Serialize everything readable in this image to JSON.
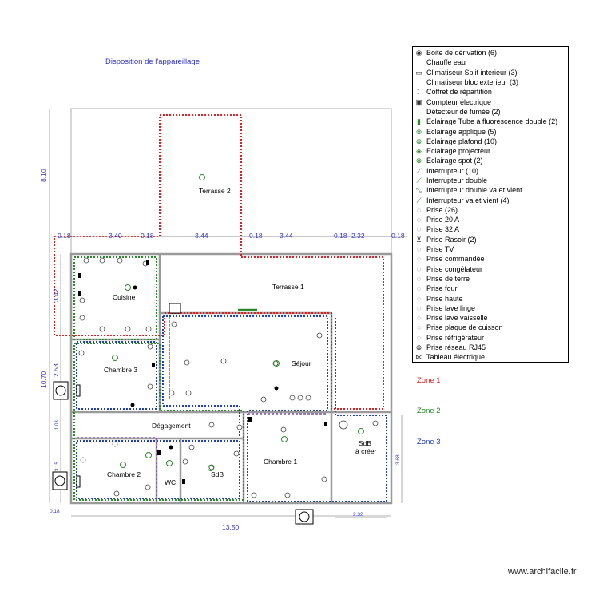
{
  "title": "Disposition de l'appareillage",
  "rooms": {
    "terrasse2": "Terrasse 2",
    "terrasse1": "Terrasse 1",
    "cuisine": "Cuisine",
    "sejour": "Séjour",
    "chambre3": "Chambre 3",
    "degagement": "Dégagement",
    "chambre2": "Chambre 2",
    "wc": "WC",
    "sdb": "SdB",
    "chambre1": "Chambre 1",
    "sdb_creer_1": "SdB",
    "sdb_creer_2": "à créer"
  },
  "dimensions": {
    "top_left_vertical": "8.10",
    "left_total_vertical": "10.70",
    "left_kitchen": "3.42",
    "left_chambre3": "2.53",
    "left_small": "1.03",
    "left_chambre2": "3.15",
    "bottom_corner": "0.18",
    "row_1": "0.18",
    "row_2": "3.40",
    "row_3": "0.18",
    "row_4": "3.44",
    "row_5": "0.18",
    "row_6": "3.44",
    "row_7": "0.18",
    "row_8": "2.32",
    "row_9": "0.18",
    "right_sdb": "3.68",
    "bottom_sdb": "2.32",
    "total_width": "13.50"
  },
  "legend": [
    {
      "icon": "junction-box-icon",
      "label": "Boite de dérivation (6)"
    },
    {
      "icon": "water-heater-icon",
      "label": "Chauffe eau"
    },
    {
      "icon": "split-ac-indoor-icon",
      "label": "Climatiseur Split interieur (3)"
    },
    {
      "icon": "ac-outdoor-icon",
      "label": "Climatiseur bloc exterieur (3)"
    },
    {
      "icon": "distribution-box-icon",
      "label": "Coffret de répartition"
    },
    {
      "icon": "electric-meter-icon",
      "label": "Compteur électrique"
    },
    {
      "icon": "smoke-detector-icon",
      "label": "Détecteur de fumée (2)"
    },
    {
      "icon": "fluorescent-tube-icon",
      "label": "Eclairage Tube à fluorescence double (2)"
    },
    {
      "icon": "wall-light-icon",
      "label": "Eclairage applique (5)"
    },
    {
      "icon": "ceiling-light-icon",
      "label": "Eclairage plafond (10)"
    },
    {
      "icon": "projector-light-icon",
      "label": "Eclairage projecteur"
    },
    {
      "icon": "spot-light-icon",
      "label": "Eclairage spot (2)"
    },
    {
      "icon": "switch-icon",
      "label": "Interrupteur (10)"
    },
    {
      "icon": "double-switch-icon",
      "label": "Interrupteur double"
    },
    {
      "icon": "double-two-way-switch-icon",
      "label": "Interrupteur double va et vient"
    },
    {
      "icon": "two-way-switch-icon",
      "label": "Interrupteur va et vient (4)"
    },
    {
      "icon": "outlet-icon",
      "label": "Prise (26)"
    },
    {
      "icon": "outlet-20a-icon",
      "label": "Prise 20 A"
    },
    {
      "icon": "outlet-32a-icon",
      "label": "Prise 32 A"
    },
    {
      "icon": "razor-outlet-icon",
      "label": "Prise Rasoir (2)"
    },
    {
      "icon": "tv-outlet-icon",
      "label": "Prise TV"
    },
    {
      "icon": "controlled-outlet-icon",
      "label": "Prise commandée"
    },
    {
      "icon": "freezer-outlet-icon",
      "label": "Prise congélateur"
    },
    {
      "icon": "earth-outlet-icon",
      "label": "Prise de terre"
    },
    {
      "icon": "oven-outlet-icon",
      "label": "Prise four"
    },
    {
      "icon": "high-outlet-icon",
      "label": "Prise haute"
    },
    {
      "icon": "washing-machine-outlet-icon",
      "label": "Prise lave linge"
    },
    {
      "icon": "dishwasher-outlet-icon",
      "label": "Prise lave vaisselle"
    },
    {
      "icon": "hob-outlet-icon",
      "label": "Prise plaque de cuisson"
    },
    {
      "icon": "fridge-outlet-icon",
      "label": "Prise réfrigérateur"
    },
    {
      "icon": "rj45-outlet-icon",
      "label": "Prise réseau RJ45"
    },
    {
      "icon": "electrical-panel-icon",
      "label": "Tableau électrique"
    }
  ],
  "zones": {
    "zone1": "Zone 1",
    "zone2": "Zone 2",
    "zone3": "Zone 3",
    "zone1_color": "#e02020",
    "zone2_color": "#2a8a2a",
    "zone3_color": "#2040c0"
  },
  "watermark": "www.archifacile.fr"
}
